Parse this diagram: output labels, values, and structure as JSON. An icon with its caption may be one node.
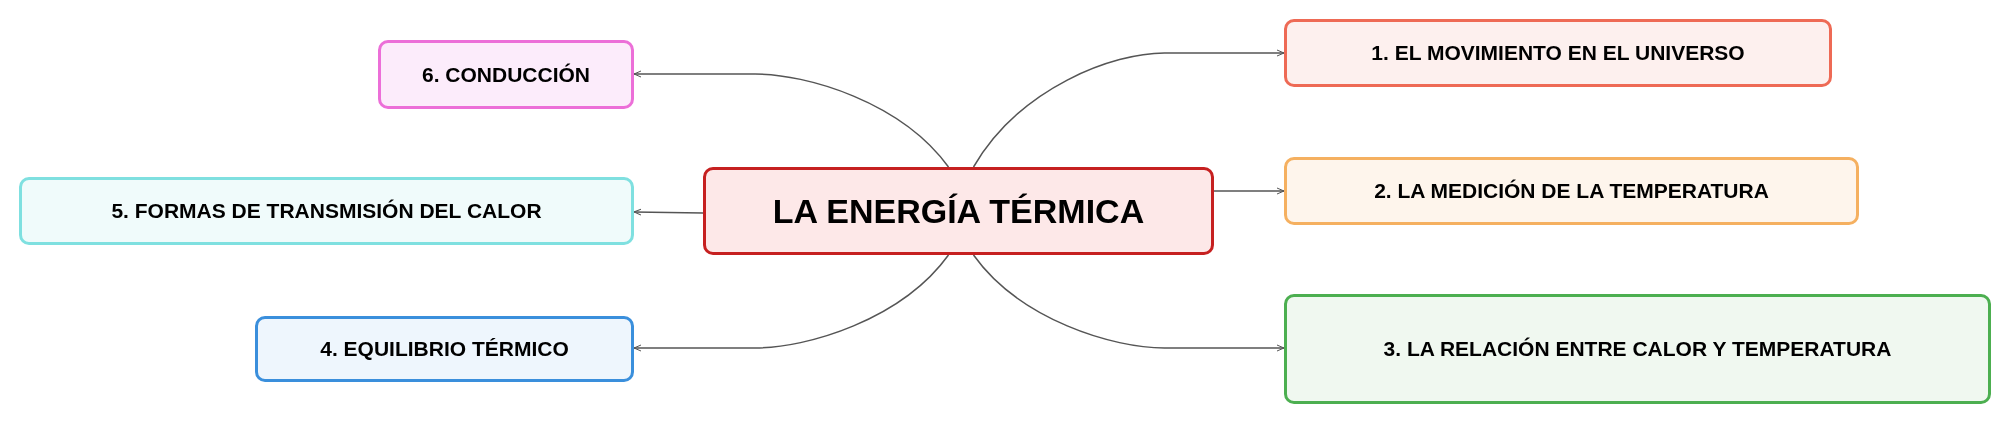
{
  "diagram": {
    "nodes": [
      {
        "text": [
          "LA ENERGÍA TÉRMICA"
        ]
      },
      {
        "text": [
          "1. EL MOVIMIENTO EN EL UNIVERSO"
        ]
      },
      {
        "text": [
          "2. LA MEDICIÓN DE LA TEMPERATURA"
        ]
      },
      {
        "text": [
          "3. LA RELACIÓN ENTRE CALOR Y TEMPERATURA"
        ]
      },
      {
        "text": [
          "4. EQUILIBRIO TÉRMICO"
        ]
      },
      {
        "text": [
          "5. FORMAS DE TRANSMISIÓN DEL CALOR"
        ]
      },
      {
        "text": [
          "6. CONDUCCIÓN"
        ]
      }
    ],
    "edges": [
      {
        "from": 0,
        "to": 1,
        "arrow": "to"
      },
      {
        "from": 0,
        "to": 2,
        "arrow": "to"
      },
      {
        "from": 0,
        "to": 3,
        "arrow": "to"
      },
      {
        "from": 0,
        "to": 4,
        "arrow": "to"
      },
      {
        "from": 0,
        "to": 5,
        "arrow": "to"
      },
      {
        "from": 0,
        "to": 6,
        "arrow": "to"
      }
    ]
  }
}
